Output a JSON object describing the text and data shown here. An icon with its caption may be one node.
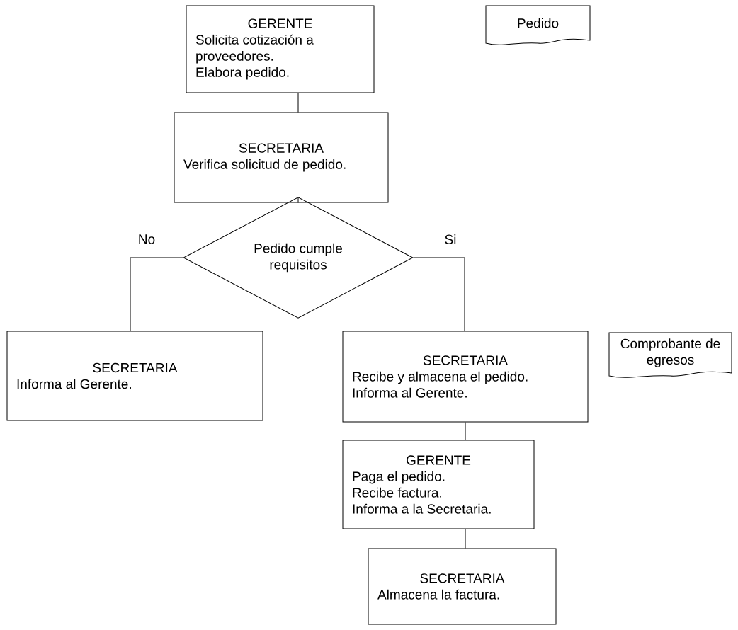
{
  "diagram": {
    "nodes": [
      {
        "text": [
          "GERENTE",
          "Solicita cotización a proveedores.",
          "Elabora pedido."
        ]
      },
      {
        "text": [
          "Pedido"
        ]
      },
      {
        "text": [
          "SECRETARIA",
          "Verifica solicitud de pedido."
        ]
      },
      {
        "text": [
          "Pedido cumple requisitos"
        ]
      },
      {
        "text": [
          "SECRETARIA",
          "Informa al Gerente."
        ]
      },
      {
        "text": [
          "SECRETARIA",
          "Recibe y almacena el pedido.",
          "Informa al Gerente."
        ]
      },
      {
        "text": [
          "Comprobante de egresos"
        ]
      },
      {
        "text": [
          "GERENTE",
          "Paga el pedido.",
          "Recibe factura.",
          "Informa a la Secretaria."
        ]
      },
      {
        "text": [
          "SECRETARIA",
          "Almacena la factura."
        ]
      }
    ],
    "edges": [
      {
        "from": 0,
        "to": 1,
        "arrow": "none"
      },
      {
        "from": 0,
        "to": 2,
        "arrow": "none"
      },
      {
        "from": 2,
        "to": 3,
        "arrow": "none"
      },
      {
        "from": 3,
        "to": 4,
        "arrow": "none",
        "label": "No"
      },
      {
        "from": 3,
        "to": 5,
        "arrow": "none",
        "label": "Si"
      },
      {
        "from": 5,
        "to": 6,
        "arrow": "none"
      },
      {
        "from": 5,
        "to": 7,
        "arrow": "none"
      },
      {
        "from": 7,
        "to": 8,
        "arrow": "none"
      }
    ]
  }
}
